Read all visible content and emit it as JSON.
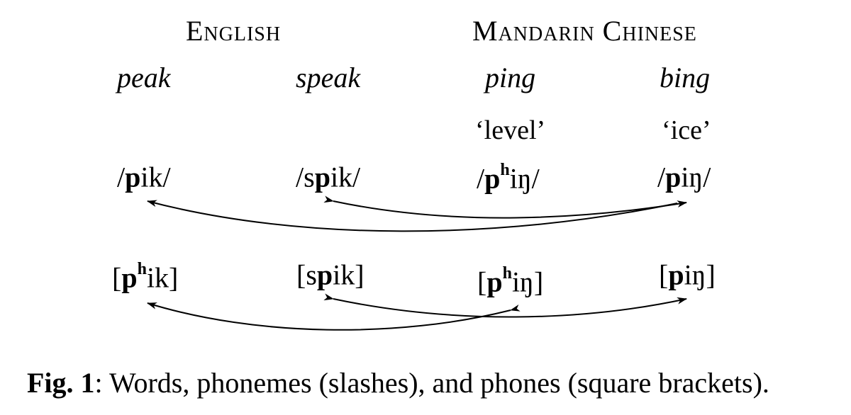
{
  "headers": {
    "english": "English",
    "mandarin": "Mandarin Chinese"
  },
  "columns": [
    {
      "word": "peak",
      "gloss": "",
      "phoneme_pre": "/",
      "phoneme_bold": "p",
      "phoneme_sup": "",
      "phoneme_post": "ik/",
      "phone_pre": "[",
      "phone_bold": "p",
      "phone_sup": "h",
      "phone_post": "ik]"
    },
    {
      "word": "speak",
      "gloss": "",
      "phoneme_pre": "/s",
      "phoneme_bold": "p",
      "phoneme_sup": "",
      "phoneme_post": "ik/",
      "phone_pre": "[s",
      "phone_bold": "p",
      "phone_sup": "",
      "phone_post": "ik]"
    },
    {
      "word": "ping",
      "gloss": "‘level’",
      "phoneme_pre": "/",
      "phoneme_bold": "p",
      "phoneme_sup": "h",
      "phoneme_post": "iŋ/",
      "phone_pre": "[",
      "phone_bold": "p",
      "phone_sup": "h",
      "phone_post": "iŋ]"
    },
    {
      "word": "bing",
      "gloss": "‘ice’",
      "phoneme_pre": "/",
      "phoneme_bold": "p",
      "phoneme_sup": "",
      "phoneme_post": "iŋ/",
      "phone_pre": "[",
      "phone_bold": "p",
      "phone_sup": "",
      "phone_post": "iŋ]"
    }
  ],
  "caption": {
    "label": "Fig. 1",
    "text": ": Words, phonemes (slashes), and phones (square brackets)."
  }
}
